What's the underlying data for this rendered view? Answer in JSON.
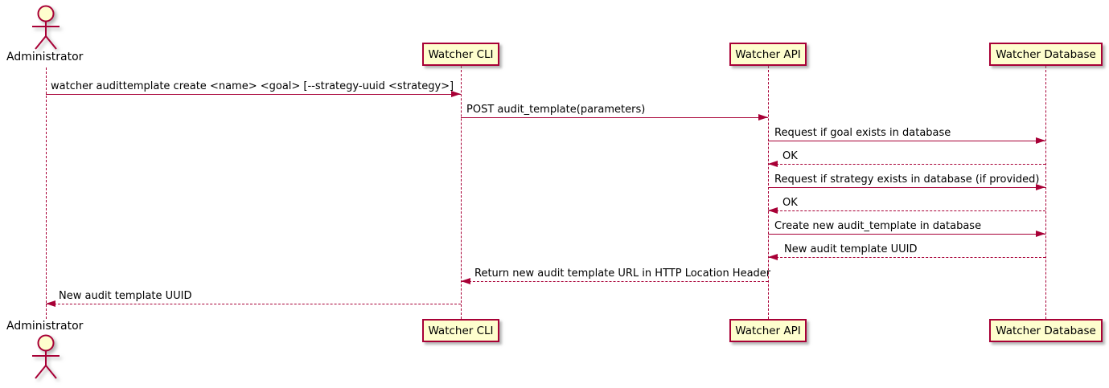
{
  "diagram": {
    "kind": "sequence-diagram",
    "actor": {
      "name": "Administrator"
    },
    "participants": [
      {
        "label": "Watcher CLI"
      },
      {
        "label": "Watcher API"
      },
      {
        "label": "Watcher Database"
      }
    ],
    "messages": [
      {
        "from": "Administrator",
        "to": "Watcher CLI",
        "line": "solid",
        "text": "watcher audittemplate create <name> <goal> [--strategy-uuid <strategy>]"
      },
      {
        "from": "Watcher CLI",
        "to": "Watcher API",
        "line": "solid",
        "text": "POST audit_template(parameters)"
      },
      {
        "from": "Watcher API",
        "to": "Watcher Database",
        "line": "solid",
        "text": "Request if goal exists in database"
      },
      {
        "from": "Watcher Database",
        "to": "Watcher API",
        "line": "dashed",
        "text": "OK"
      },
      {
        "from": "Watcher API",
        "to": "Watcher Database",
        "line": "solid",
        "text": "Request if strategy exists in database (if provided)"
      },
      {
        "from": "Watcher Database",
        "to": "Watcher API",
        "line": "dashed",
        "text": "OK"
      },
      {
        "from": "Watcher API",
        "to": "Watcher Database",
        "line": "solid",
        "text": "Create new audit_template in database"
      },
      {
        "from": "Watcher Database",
        "to": "Watcher API",
        "line": "dashed",
        "text": "New audit template UUID"
      },
      {
        "from": "Watcher API",
        "to": "Watcher CLI",
        "line": "dashed",
        "text": "Return new audit template URL in HTTP Location Header"
      },
      {
        "from": "Watcher CLI",
        "to": "Administrator",
        "line": "dashed",
        "text": "New audit template UUID"
      }
    ]
  },
  "colors": {
    "accent": "#A80036",
    "participant_fill": "#FEFECE",
    "text": "#000000",
    "background": "#FFFFFF"
  }
}
